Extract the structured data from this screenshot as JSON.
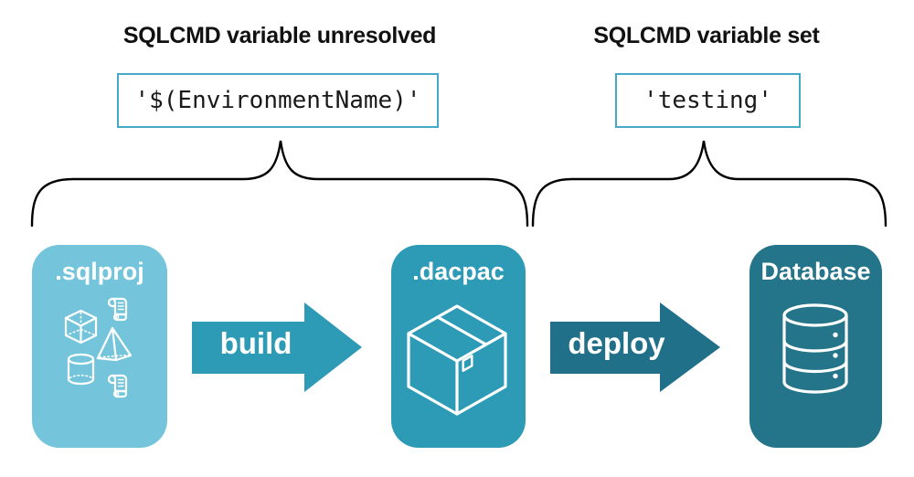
{
  "annotations": [
    {
      "heading": "SQLCMD variable unresolved",
      "code": "'$(EnvironmentName)'"
    },
    {
      "heading": "SQLCMD variable set",
      "code": "'testing'"
    }
  ],
  "nodes": [
    {
      "label": ".sqlproj",
      "icon": "sql-objects-icon",
      "fill": "#74C5DB"
    },
    {
      "label": ".dacpac",
      "icon": "package-icon",
      "fill": "#2E9BB6"
    },
    {
      "label": "Database",
      "icon": "database-icon",
      "fill": "#24748A"
    }
  ],
  "arrows": [
    {
      "label": "build",
      "fill": "#2E9BB6"
    },
    {
      "label": "deploy",
      "fill": "#20708A"
    }
  ],
  "colors": {
    "background": "#FFFFFF",
    "heading_text": "#111111",
    "code_text": "#1A1A1A",
    "code_box_border": "#46A9C8",
    "brace_stroke": "#000000",
    "icon_stroke": "#FFFFFF"
  }
}
